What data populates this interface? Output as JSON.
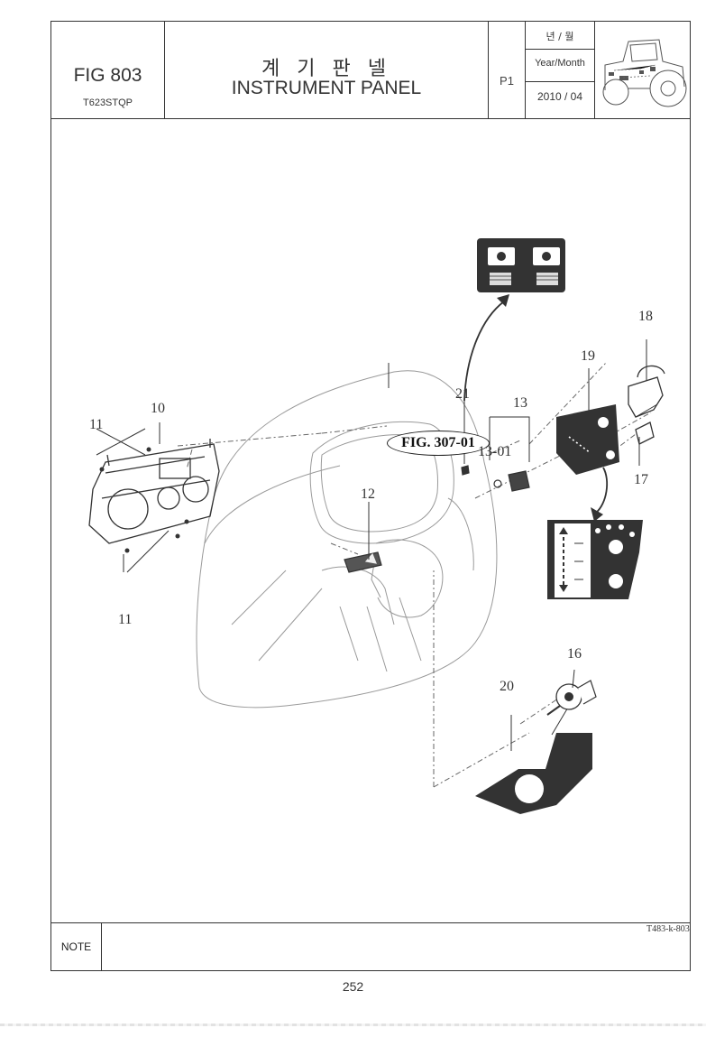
{
  "header": {
    "fig_number": "FIG 803",
    "model_code": "T623STQP",
    "title_korean": "계 기 판 넬",
    "title_english": "INSTRUMENT PANEL",
    "page_id": "P1",
    "year_month_korean": "년 / 월",
    "year_month_label": "Year/Month",
    "date": "2010 / 04"
  },
  "diagram": {
    "reference_figure": "FIG. 307-01",
    "drawing_code": "T483-k-803",
    "callouts": [
      "10",
      "11",
      "11",
      "12",
      "13",
      "13-01",
      "16",
      "17",
      "18",
      "19",
      "20",
      "21"
    ]
  },
  "footer": {
    "note_label": "NOTE",
    "page_number": "252"
  }
}
